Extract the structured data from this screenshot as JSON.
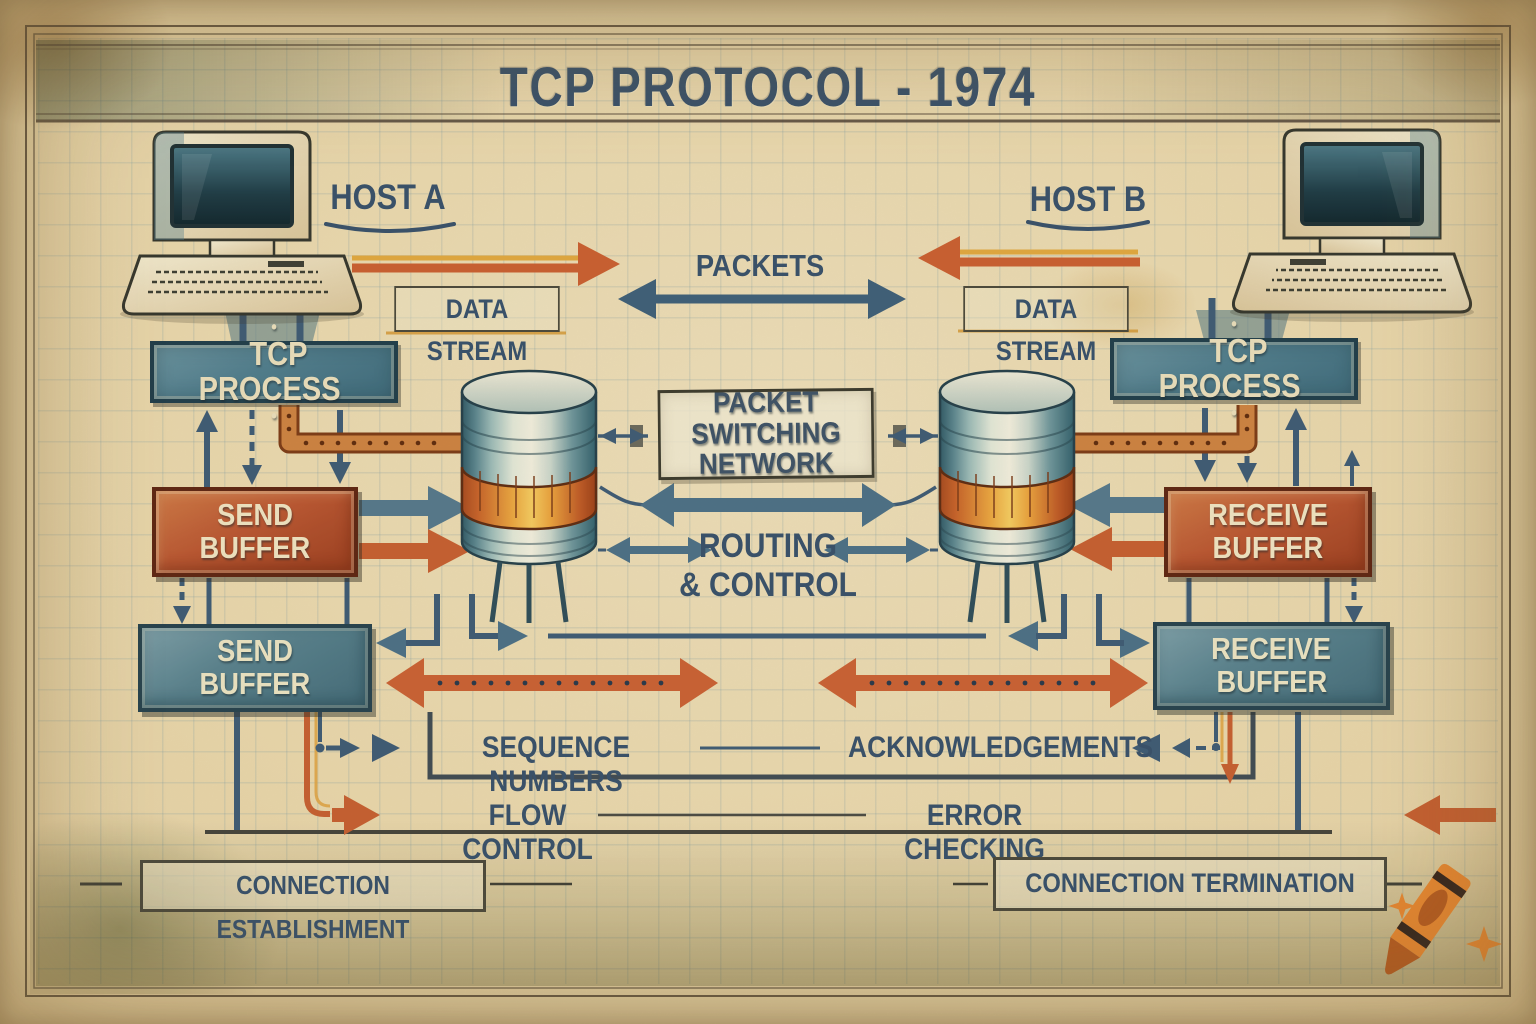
{
  "title": "TCP PROTOCOL - 1974",
  "host_a": {
    "name": "HOST A",
    "data_stream": "DATA STREAM",
    "tcp_process": "TCP PROCESS",
    "buffer_primary_line1": "SEND",
    "buffer_primary_line2": "BUFFER",
    "buffer_secondary_line1": "SEND",
    "buffer_secondary_line2": "BUFFER"
  },
  "host_b": {
    "name": "HOST B",
    "data_stream": "DATA STREAM",
    "tcp_process": "TCP PROCESS",
    "buffer_primary_line1": "RECEIVE",
    "buffer_primary_line2": "BUFFER",
    "buffer_secondary_line1": "RECEIVE",
    "buffer_secondary_line2": "BUFFER"
  },
  "network": {
    "packets": "PACKETS",
    "packet_switching_line1": "PACKET SWITCHING",
    "packet_switching_line2": "NETWORK",
    "routing_line1": "ROUTING",
    "routing_line2": "& CONTROL"
  },
  "mechanisms": {
    "sequence_numbers": "SEQUENCE NUMBERS",
    "acknowledgements": "ACKNOWLEDGEMENTS",
    "flow_control": "FLOW CONTROL",
    "error_checking": "ERROR CHECKING"
  },
  "phases": {
    "establishment": "CONNECTION ESTABLISHMENT",
    "termination": "CONNECTION TERMINATION"
  },
  "decor": {
    "label_dot": "•"
  },
  "icons": {
    "host_computer": "retro-computer-icon",
    "network_node": "network-cylinder-icon",
    "logo": "crayon-logo-icon"
  },
  "colors": {
    "paper": "#e8d5a7",
    "ink_navy": "#36506a",
    "teal_box": "#4e7d8d",
    "red_box": "#b5512c",
    "orange_arrow": "#c75f2f",
    "steel_arrow": "#54788c",
    "cream_text": "#eee3c1"
  }
}
